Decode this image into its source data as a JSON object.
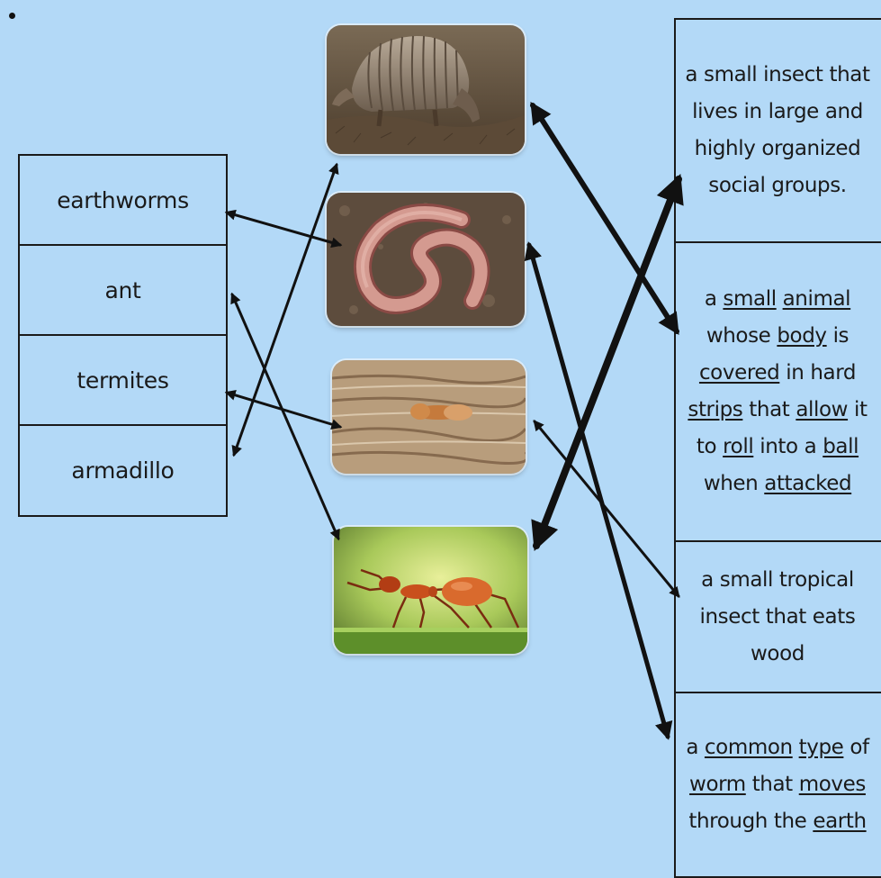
{
  "words": [
    {
      "label": "earthworms"
    },
    {
      "label": "ant"
    },
    {
      "label": "termites"
    },
    {
      "label": "armadillo"
    }
  ],
  "pictures": [
    {
      "icon": "armadillo-photo"
    },
    {
      "icon": "earthworm-photo"
    },
    {
      "icon": "termite-photo"
    },
    {
      "icon": "ant-photo"
    }
  ],
  "definitions": [
    {
      "segments": [
        {
          "t": "a small insect",
          "u": false
        },
        {
          "t": " that lives in large",
          "u": false
        },
        {
          "t": " and highly",
          "u": false
        },
        {
          "t": " organized social",
          "u": false
        },
        {
          "t": " groups.",
          "u": false
        }
      ]
    },
    {
      "segments": [
        {
          "t": "a ",
          "u": false
        },
        {
          "t": "small",
          "u": true
        },
        {
          "t": " ",
          "u": false
        },
        {
          "t": "animal",
          "u": true
        },
        {
          "t": " whose ",
          "u": false
        },
        {
          "t": "body",
          "u": true
        },
        {
          "t": " is ",
          "u": false
        },
        {
          "t": "covered",
          "u": true
        },
        {
          "t": " in hard ",
          "u": false
        },
        {
          "t": "strips",
          "u": true
        },
        {
          "t": " that ",
          "u": false
        },
        {
          "t": "allow",
          "u": true
        },
        {
          "t": " it to ",
          "u": false
        },
        {
          "t": "roll",
          "u": true
        },
        {
          "t": " into a ",
          "u": false
        },
        {
          "t": "ball",
          "u": true
        },
        {
          "t": " when ",
          "u": false
        },
        {
          "t": "attacked",
          "u": true
        }
      ]
    },
    {
      "segments": [
        {
          "t": "a small tropical insect that eats wood",
          "u": false
        }
      ]
    },
    {
      "segments": [
        {
          "t": "a ",
          "u": false
        },
        {
          "t": "common",
          "u": true
        },
        {
          "t": " ",
          "u": false
        },
        {
          "t": "type",
          "u": true
        },
        {
          "t": " of ",
          "u": false
        },
        {
          "t": "worm",
          "u": true
        },
        {
          "t": " that ",
          "u": false
        },
        {
          "t": "moves",
          "u": true
        },
        {
          "t": " through the ",
          "u": false
        },
        {
          "t": "earth",
          "u": true
        }
      ]
    }
  ],
  "colors": {
    "background": "#b3d9f7",
    "line": "#111111",
    "border": "#1a1a1a"
  }
}
